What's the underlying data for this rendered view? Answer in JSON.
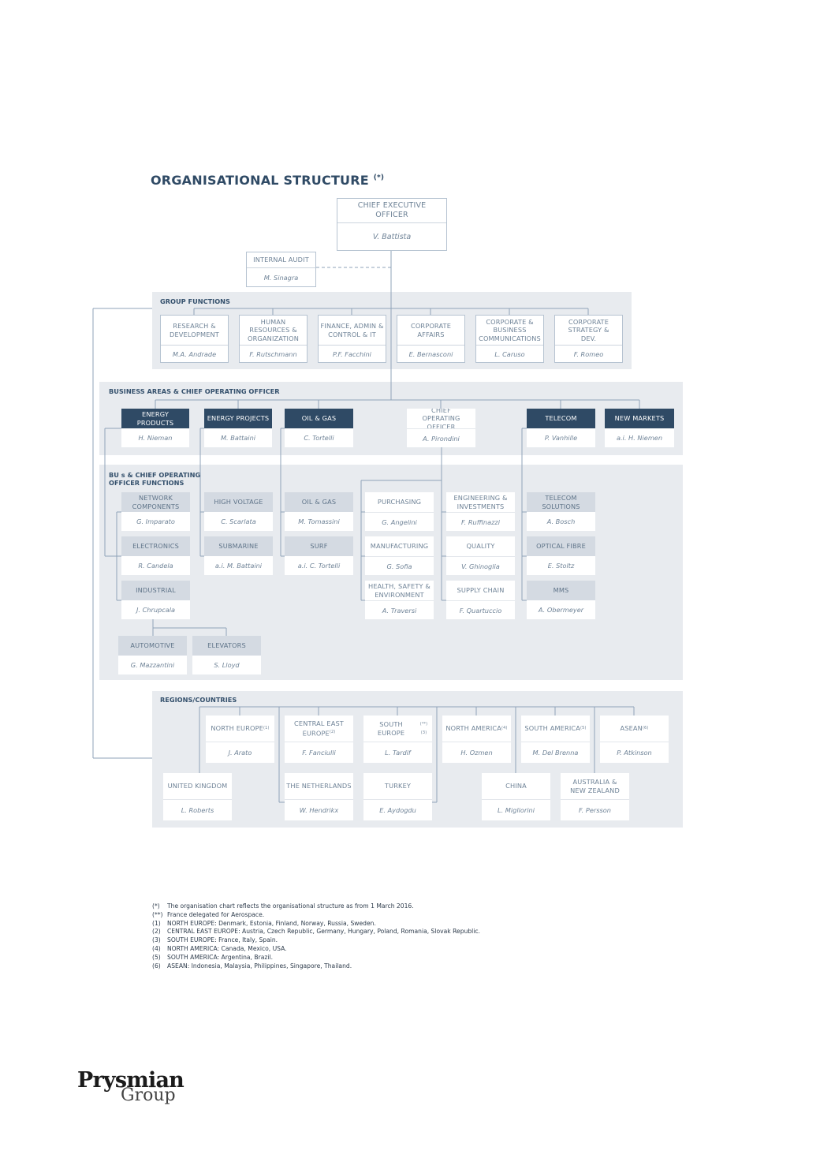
{
  "title": {
    "text": "ORGANISATIONAL STRUCTURE",
    "marker": "(*)"
  },
  "ceo": {
    "title": "CHIEF EXECUTIVE OFFICER",
    "name": "V. Battista"
  },
  "internal_audit": {
    "title": "INTERNAL AUDIT",
    "name": "M. Sinagra"
  },
  "group_functions": {
    "label": "GROUP FUNCTIONS",
    "items": [
      {
        "title": "RESEARCH & DEVELOPMENT",
        "name": "M.A. Andrade"
      },
      {
        "title": "HUMAN RESOURCES & ORGANIZATION",
        "name": "F. Rutschmann"
      },
      {
        "title": "FINANCE, ADMIN & CONTROL & IT",
        "name": "P.F. Facchini"
      },
      {
        "title": "CORPORATE AFFAIRS",
        "name": "E. Bernasconi"
      },
      {
        "title": "CORPORATE & BUSINESS COMMUNICATIONS",
        "name": "L. Caruso"
      },
      {
        "title": "CORPORATE STRATEGY & DEV.",
        "name": "F. Romeo"
      }
    ]
  },
  "business_areas": {
    "label": "BUSINESS AREAS & CHIEF OPERATING OFFICER",
    "items": [
      {
        "title": "ENERGY PRODUCTS",
        "name": "H. Nieman"
      },
      {
        "title": "ENERGY PROJECTS",
        "name": "M. Battaini"
      },
      {
        "title": "OIL & GAS",
        "name": "C. Tortelli"
      },
      {
        "title": "CHIEF OPERATING OFFICER",
        "name": "A. Pirondini"
      },
      {
        "title": "TELECOM",
        "name": "P. Vanhille"
      },
      {
        "title": "NEW MARKETS",
        "name": "a.i. H. Niemen"
      }
    ]
  },
  "bu_functions": {
    "label_line1": "BU s & CHIEF OPERATING",
    "label_line2": "OFFICER FUNCTIONS",
    "energy_products": [
      {
        "title": "NETWORK COMPONENTS",
        "name": "G. Imparato"
      },
      {
        "title": "ELECTRONICS",
        "name": "R. Candela"
      },
      {
        "title": "INDUSTRIAL",
        "name": "J. Chrupcala"
      }
    ],
    "industrial_sub": [
      {
        "title": "AUTOMOTIVE",
        "name": "G. Mazzantini"
      },
      {
        "title": "ELEVATORS",
        "name": "S. Lloyd"
      }
    ],
    "energy_projects": [
      {
        "title": "HIGH VOLTAGE",
        "name": "C. Scarlata"
      },
      {
        "title": "SUBMARINE",
        "name": "a.i. M. Battaini"
      }
    ],
    "oil_gas": [
      {
        "title": "OIL & GAS",
        "name": "M. Tomassini"
      },
      {
        "title": "SURF",
        "name": "a.i. C. Tortelli"
      }
    ],
    "coo_left": [
      {
        "title": "PURCHASING",
        "name": "G. Angelini"
      },
      {
        "title": "MANUFACTURING",
        "name": "G. Sofia"
      },
      {
        "title": "HEALTH, SAFETY & ENVIRONMENT",
        "name": "A. Traversi"
      }
    ],
    "coo_right": [
      {
        "title": "ENGINEERING & INVESTMENTS",
        "name": "F. Ruffinazzi"
      },
      {
        "title": "QUALITY",
        "name": "V. Ghinoglia"
      },
      {
        "title": "SUPPLY CHAIN",
        "name": "F. Quartuccio"
      }
    ],
    "telecom": [
      {
        "title": "TELECOM SOLUTIONS",
        "name": "A. Bosch"
      },
      {
        "title": "OPTICAL FIBRE",
        "name": "E. Stoltz"
      },
      {
        "title": "MMS",
        "name": "A. Obermeyer"
      }
    ]
  },
  "regions": {
    "label": "REGIONS/COUNTRIES",
    "row1": [
      {
        "title": "NORTH EUROPE",
        "sup": "(1)",
        "name": "J. Arato"
      },
      {
        "title": "CENTRAL EAST EUROPE",
        "sup": "(2)",
        "name": "F. Fanciulli"
      },
      {
        "title": "SOUTH EUROPE",
        "sup": "(**)(3)",
        "name": "L. Tardif"
      },
      {
        "title": "NORTH AMERICA",
        "sup": "(4)",
        "name": "H. Ozmen"
      },
      {
        "title": "SOUTH AMERICA",
        "sup": "(5)",
        "name": "M. Del Brenna"
      },
      {
        "title": "ASEAN",
        "sup": "(6)",
        "name": "P. Atkinson"
      }
    ],
    "row2": [
      {
        "title": "UNITED KINGDOM",
        "name": "L. Roberts"
      },
      {
        "title": "THE NETHERLANDS",
        "name": "W. Hendrikx"
      },
      {
        "title": "TURKEY",
        "name": "E. Aydogdu"
      },
      {
        "title": "CHINA",
        "name": "L. Migliorini"
      },
      {
        "title": "AUSTRALIA & NEW ZEALAND",
        "name": "F. Persson"
      }
    ]
  },
  "footnotes": [
    {
      "mark": "(*)",
      "text": "The organisation chart reflects the organisational structure as from 1 March 2016."
    },
    {
      "mark": "(**)",
      "text": "France delegated for Aerospace."
    },
    {
      "mark": "(1)",
      "text": "NORTH EUROPE: Denmark, Estonia, Finland, Norway, Russia, Sweden."
    },
    {
      "mark": "(2)",
      "text": "CENTRAL EAST EUROPE: Austria, Czech Republic, Germany, Hungary, Poland, Romania, Slovak Republic."
    },
    {
      "mark": "(3)",
      "text": "SOUTH EUROPE: France, Italy, Spain."
    },
    {
      "mark": "(4)",
      "text": "NORTH AMERICA: Canada, Mexico, USA."
    },
    {
      "mark": "(5)",
      "text": "SOUTH AMERICA: Argentina, Brazil."
    },
    {
      "mark": "(6)",
      "text": "ASEAN: Indonesia, Malaysia, Philippines, Singapore, Thailand."
    }
  ],
  "logo": {
    "line1": "Prysmian",
    "line2": "Group"
  },
  "colors": {
    "dark_header": "#2f4a65",
    "grey_header": "#d4dae2",
    "panel": "#e8ebef",
    "line": "#8fa3b8"
  }
}
